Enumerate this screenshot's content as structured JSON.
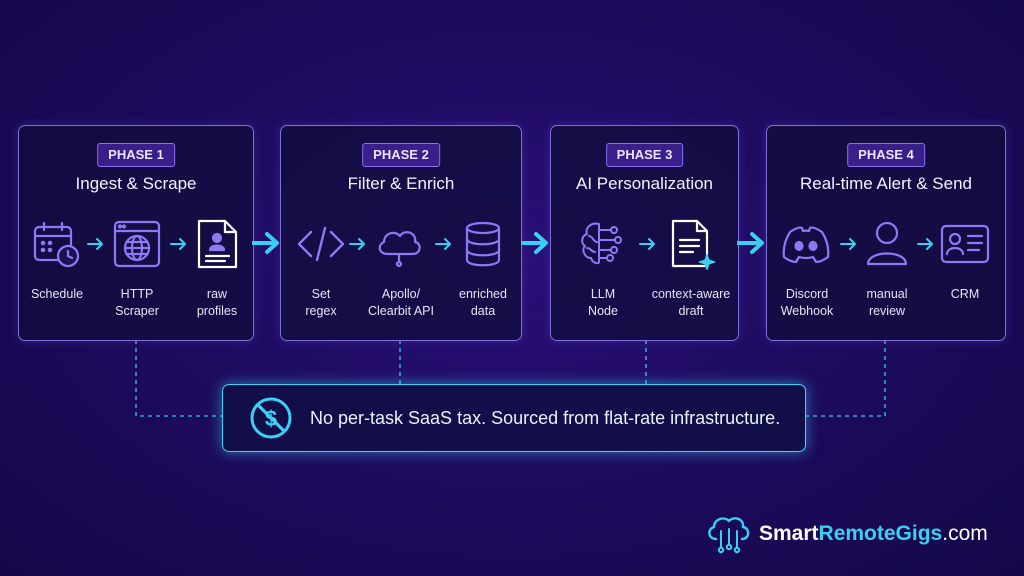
{
  "colors": {
    "accent_cyan": "#38d1f3",
    "icon_purple": "#8e79f5",
    "panel_border": "#7d6fd8"
  },
  "phases": [
    {
      "badge": "PHASE 1",
      "title": "Ingest & Scrape",
      "steps": [
        {
          "icon": "calendar-clock-icon",
          "label1": "Schedule",
          "label2": ""
        },
        {
          "icon": "globe-window-icon",
          "label1": "HTTP",
          "label2": "Scraper"
        },
        {
          "icon": "profile-document-icon",
          "label1": "raw",
          "label2": "profiles"
        }
      ]
    },
    {
      "badge": "PHASE 2",
      "title": "Filter & Enrich",
      "steps": [
        {
          "icon": "code-icon",
          "label1": "Set",
          "label2": "regex"
        },
        {
          "icon": "cloud-icon",
          "label1": "Apollo/",
          "label2": "Clearbit API"
        },
        {
          "icon": "database-icon",
          "label1": "enriched",
          "label2": "data"
        }
      ]
    },
    {
      "badge": "PHASE 3",
      "title": "AI Personalization",
      "steps": [
        {
          "icon": "brain-circuit-icon",
          "label1": "LLM",
          "label2": "Node"
        },
        {
          "icon": "sparkle-document-icon",
          "label1": "context-aware",
          "label2": "draft"
        }
      ]
    },
    {
      "badge": "PHASE 4",
      "title": "Real-time Alert & Send",
      "steps": [
        {
          "icon": "discord-icon",
          "label1": "Discord",
          "label2": "Webhook"
        },
        {
          "icon": "person-icon",
          "label1": "manual",
          "label2": "review"
        },
        {
          "icon": "contact-card-icon",
          "label1": "CRM",
          "label2": ""
        }
      ]
    }
  ],
  "callout": {
    "text": "No per-task SaaS tax. Sourced from flat-rate infrastructure.",
    "icon": "no-dollar-icon"
  },
  "brand": {
    "part1": "Smart",
    "part2": "RemoteGigs",
    "part3": ".com",
    "icon": "cloud-circuit-icon"
  }
}
